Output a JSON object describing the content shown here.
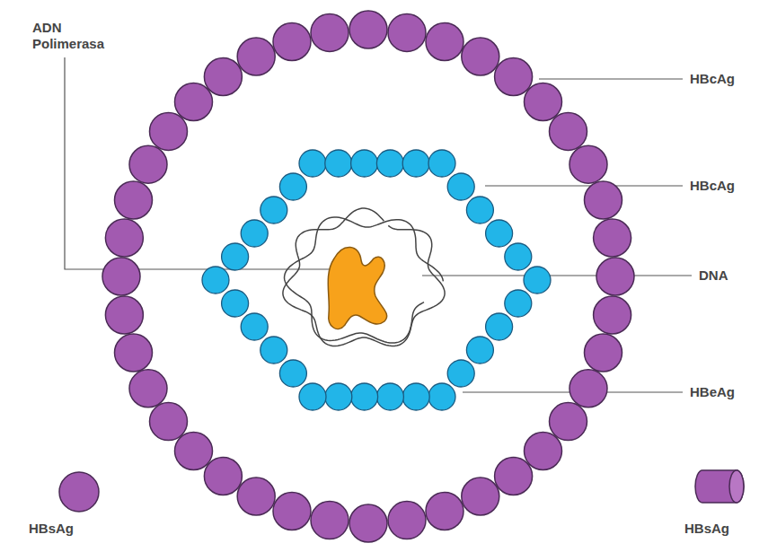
{
  "diagram": {
    "labels": [
      "ADN Polimerasa",
      "HBcAg",
      "HBcAg",
      "DNA",
      "HBeAg",
      "HBsAg",
      "HBsAg"
    ]
  }
}
